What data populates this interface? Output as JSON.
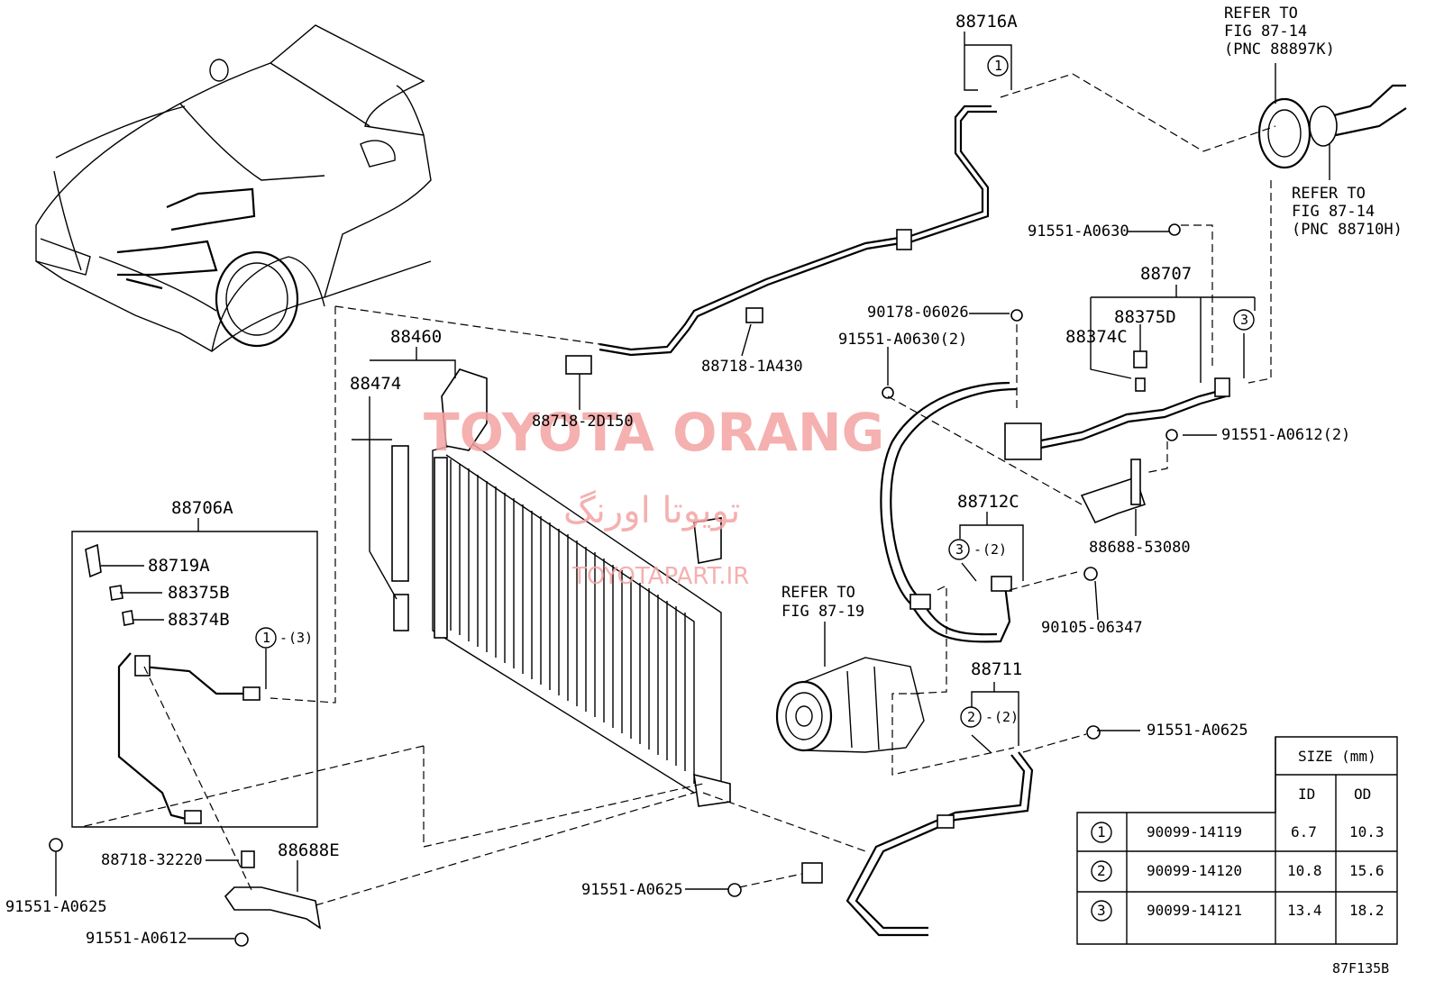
{
  "labels": {
    "p88716A": "88716A",
    "refer_top_1": "REFER TO",
    "refer_top_2": "FIG 87-14",
    "refer_top_3": "(PNC 88897K)",
    "refer_right_1": "REFER TO",
    "refer_right_2": "FIG 87-14",
    "refer_right_3": "(PNC 88710H)",
    "b91551_A0630_top": "91551-A0630",
    "p88707": "88707",
    "p90178": "90178-06026",
    "p88375D": "88375D",
    "p88374C": "88374C",
    "b91551_A0630_2": "91551-A0630(2)",
    "b91551_A0612_2": "91551-A0612(2)",
    "p88460": "88460",
    "p88474": "88474",
    "p88718_1A430": "88718-1A430",
    "p88718_2D150": "88718-2D150",
    "p88712C": "88712C",
    "p88688_53080": "88688-53080",
    "p90105": "90105-06347",
    "refer_mid_1": "REFER TO",
    "refer_mid_2": "FIG 87-19",
    "p88711": "88711",
    "b91551_A0625_right": "91551-A0625",
    "p88706A": "88706A",
    "p88719A": "88719A",
    "p88375B": "88375B",
    "p88374B": "88374B",
    "b91551_A0625_left": "91551-A0625",
    "p88718_32220": "88718-32220",
    "p88688E": "88688E",
    "b91551_A0612_bottom": "91551-A0612",
    "b91551_A0625_bottom": "91551-A0625",
    "figure_code": "87F135B",
    "ring_1": "1",
    "ring_1_qty": "(3)",
    "ring_1_top": "1",
    "ring_3_top": "3",
    "ring_3": "3",
    "ring_3_qty": "(2)",
    "ring_2": "2",
    "ring_2_qty": "(2)",
    "dash": "-"
  },
  "watermark": {
    "line1": "TOYOTA ORANG",
    "line2": "تویوتا اورنگ",
    "line3": "TOYOTAPART.IR"
  },
  "size_table": {
    "title": "SIZE (mm)",
    "col_id": "ID",
    "col_od": "OD",
    "rows": [
      {
        "ring": "1",
        "part": "90099-14119",
        "id": "6.7",
        "od": "10.3"
      },
      {
        "ring": "2",
        "part": "90099-14120",
        "id": "10.8",
        "od": "15.6"
      },
      {
        "ring": "3",
        "part": "90099-14121",
        "id": "13.4",
        "od": "18.2"
      }
    ]
  },
  "colors": {
    "line": "#000000",
    "watermark": "#f4a3a3",
    "background": "#ffffff"
  }
}
